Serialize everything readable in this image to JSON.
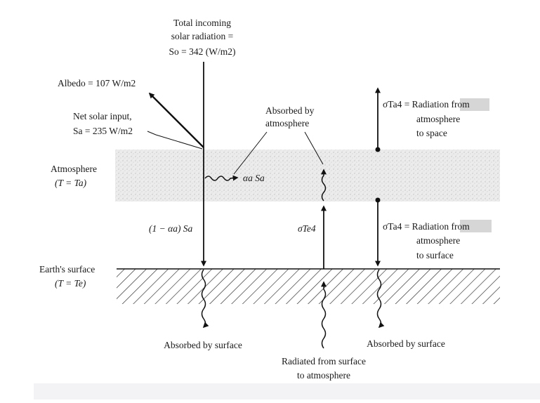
{
  "labels": {
    "incoming_1": "Total incoming",
    "incoming_2": "solar radiation =",
    "incoming_3": "So = 342 (W/m2)",
    "albedo": "Albedo = 107 W/m2",
    "net_1": "Net solar input,",
    "net_2": "Sa = 235 W/m2",
    "absorbed_atm_1": "Absorbed by",
    "absorbed_atm_2": "atmosphere",
    "atmosphere_1": "Atmosphere",
    "atmosphere_2": "(T = Ta)",
    "alpha_s": "αa Sa",
    "one_minus": "(1 − αa) Sa",
    "sigma_te": "σTe4",
    "sigma_ta_space_1": "σTa4 = Radiation from",
    "sigma_ta_space_2": "atmosphere",
    "sigma_ta_space_3": "to space",
    "sigma_ta_surf_1": "σTa4 = Radiation from",
    "sigma_ta_surf_2": "atmosphere",
    "sigma_ta_surf_3": "to surface",
    "surface_1": "Earth's surface",
    "surface_2": "(T = Te)",
    "absorbed_surface_left": "Absorbed by surface",
    "absorbed_surface_right": "Absorbed by surface",
    "radiated_1": "Radiated from surface",
    "radiated_2": "to atmosphere"
  }
}
